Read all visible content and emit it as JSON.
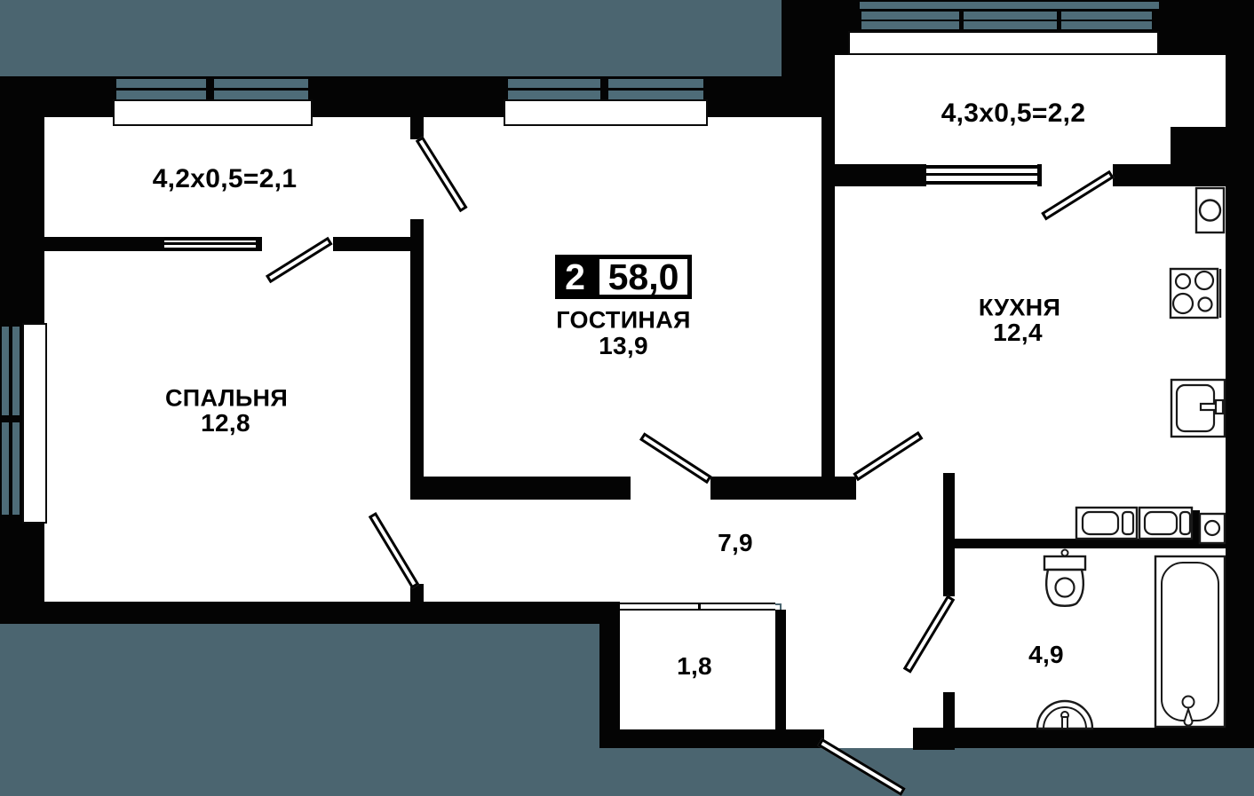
{
  "plan_title": "2-room apartment floor plan",
  "badge": {
    "room_count": "2",
    "total_area": "58,0"
  },
  "rooms": {
    "balcony_left": {
      "formula": "4,2x0,5=2,1"
    },
    "bedroom": {
      "name": "СПАЛЬНЯ",
      "area": "12,8"
    },
    "living": {
      "name": "ГОСТИНАЯ",
      "area": "13,9"
    },
    "balcony_right": {
      "formula": "4,3x0,5=2,2"
    },
    "kitchen": {
      "name": "КУХНЯ",
      "area": "12,4"
    },
    "hallway": {
      "area": "7,9"
    },
    "closet": {
      "area": "1,8"
    },
    "bathroom": {
      "area": "4,9"
    }
  },
  "icons": [
    "washing-machine-icon",
    "stove-icon",
    "kitchen-sink-icon",
    "dishwasher-icon",
    "washer-icon",
    "corner-sink-icon",
    "toilet-icon",
    "wash-basin-icon",
    "bathtub-icon"
  ],
  "colors": {
    "background": "#4B6570",
    "wall": "#040404",
    "room_fill": "#FFFFFF",
    "rail": "#4E6C78",
    "text": "#000000",
    "badge_bg": "#000000",
    "badge_text": "#FFFFFF"
  }
}
